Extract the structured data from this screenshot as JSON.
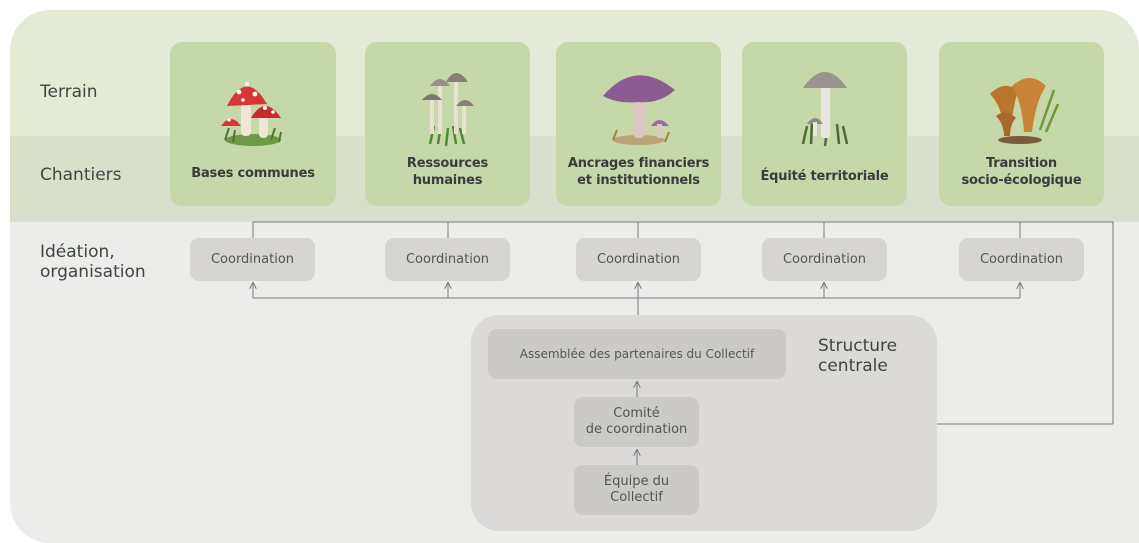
{
  "rows": {
    "terrain": "Terrain",
    "chantiers": "Chantiers",
    "ideation_line1": "Idéation,",
    "ideation_line2": "organisation"
  },
  "cards": [
    {
      "label_line1": "Bases communes",
      "label_line2": "",
      "icon": "red-amanita-mushroom-icon"
    },
    {
      "label_line1": "Ressources",
      "label_line2": "humaines",
      "icon": "grey-cluster-mushroom-icon"
    },
    {
      "label_line1": "Ancrages financiers",
      "label_line2": "et institutionnels",
      "icon": "purple-mushroom-icon"
    },
    {
      "label_line1": "Équité territoriale",
      "label_line2": "",
      "icon": "grey-tall-mushroom-icon"
    },
    {
      "label_line1": "Transition",
      "label_line2": "socio-écologique",
      "icon": "chanterelle-mushroom-icon"
    }
  ],
  "coordination": [
    "Coordination",
    "Coordination",
    "Coordination",
    "Coordination",
    "Coordination"
  ],
  "structure": {
    "title_line1": "Structure",
    "title_line2": "centrale",
    "assemblee": "Assemblée des partenaires du Collectif",
    "comite_line1": "Comité",
    "comite_line2": "de coordination",
    "equipe_line1": "Équipe du",
    "equipe_line2": "Collectif"
  },
  "colors": {
    "terrain_band": "#e3ebd6",
    "chantiers_band": "#d8dfca",
    "card": "#c6d7a9",
    "background": "#ececeb",
    "pill": "#d7d5d2",
    "connector": "#7a7a7a"
  }
}
